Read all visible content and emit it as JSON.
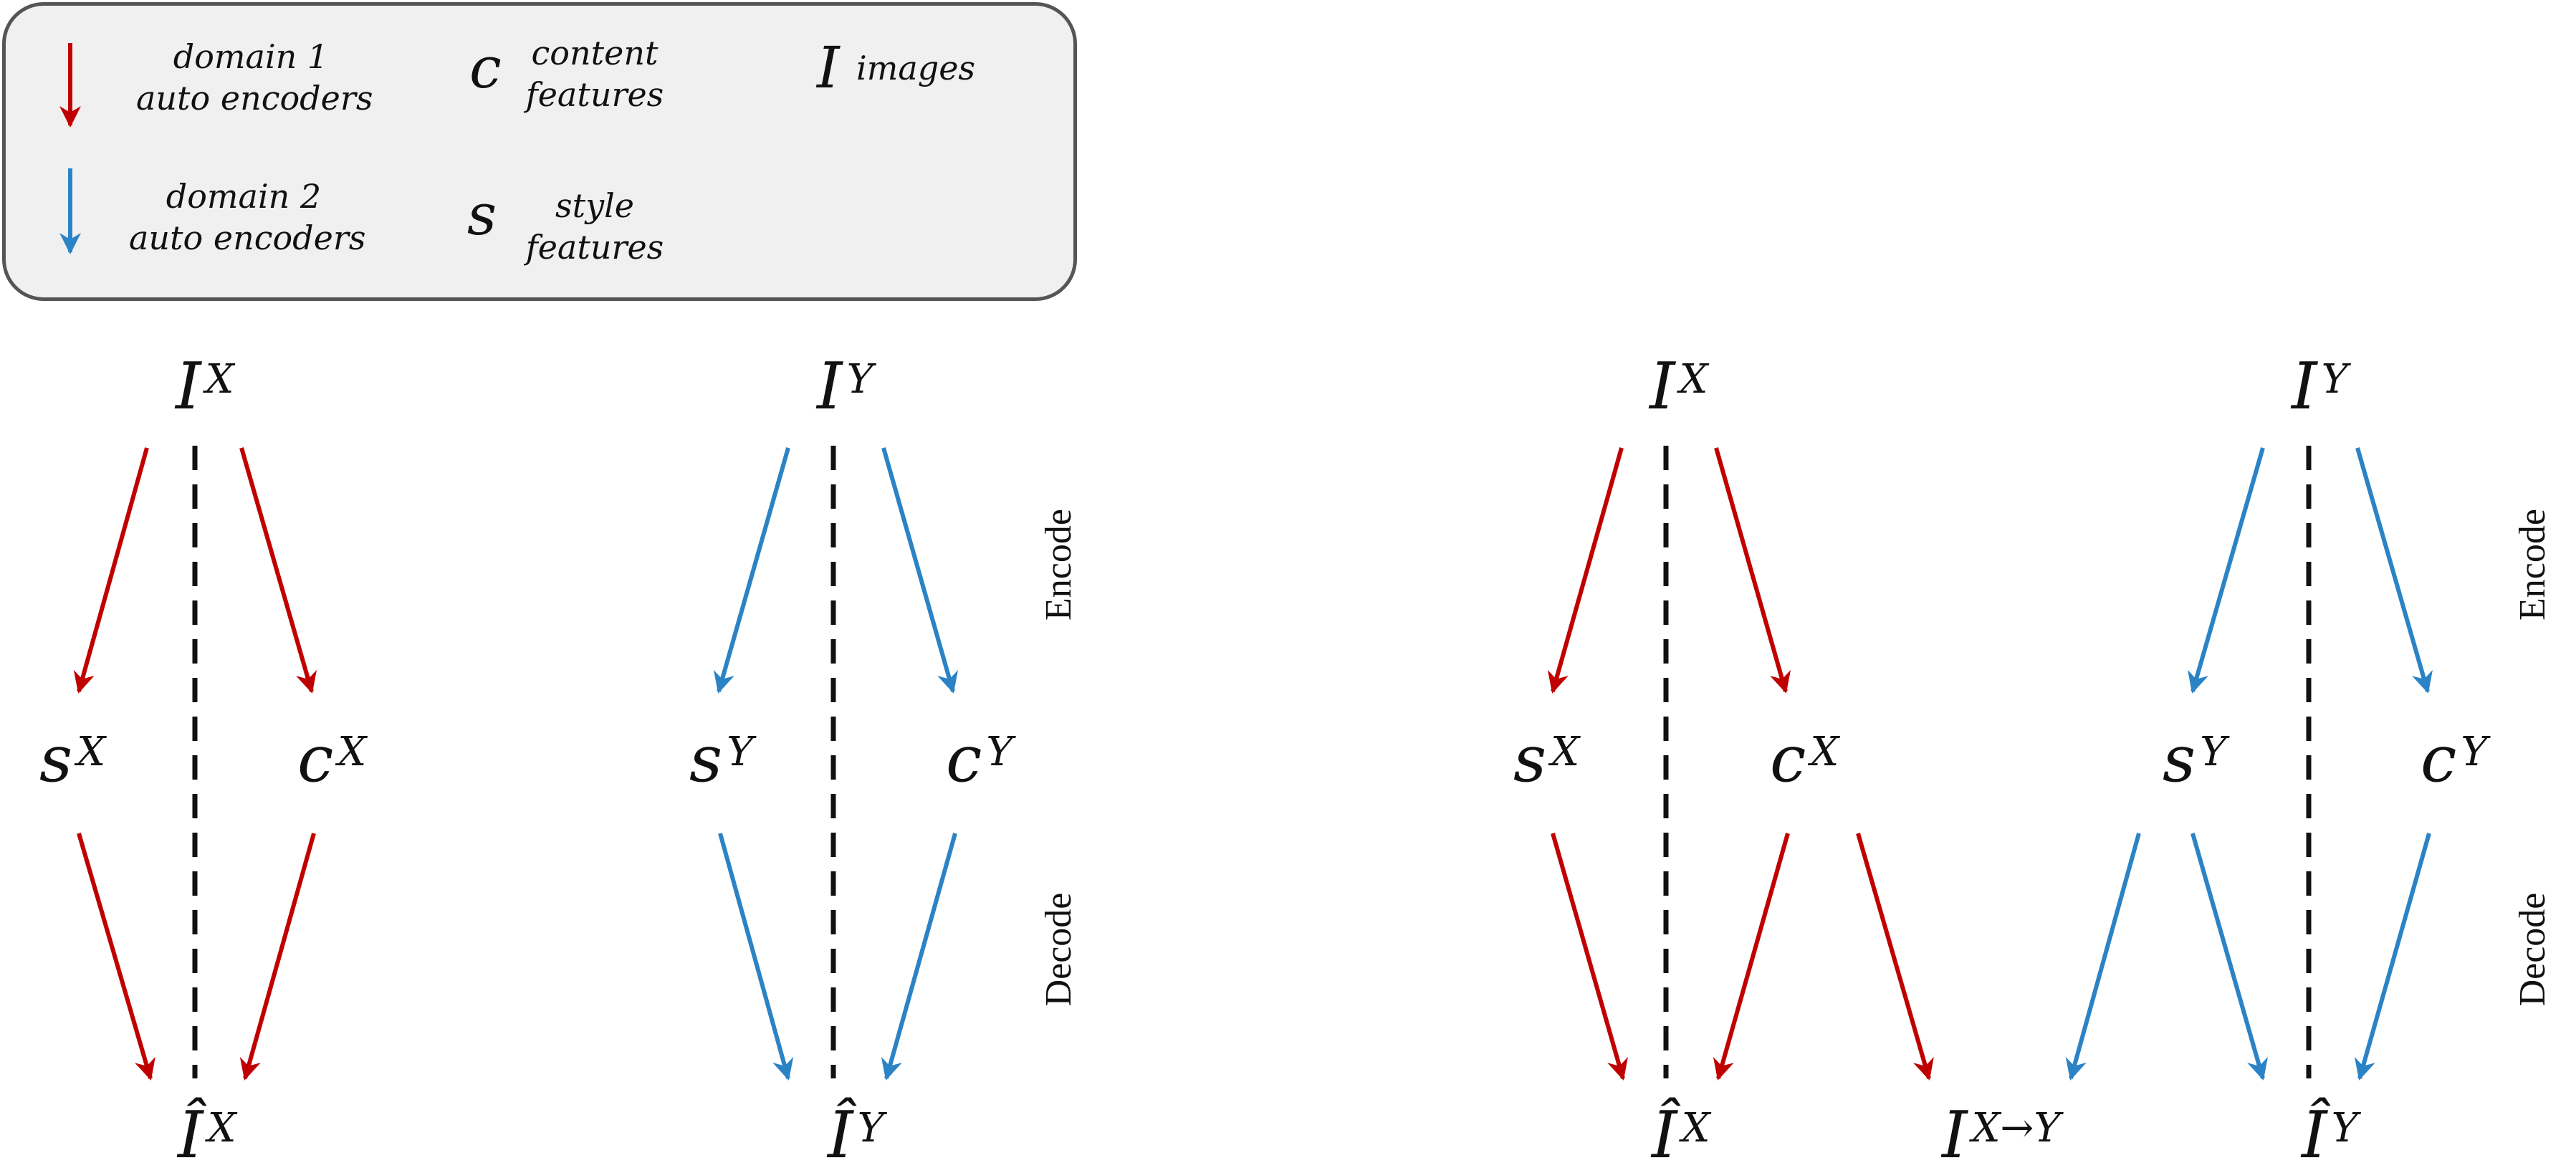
{
  "legend": {
    "domain1": {
      "line1": "domain 1",
      "line2": "auto encoders",
      "color": "#c00000"
    },
    "domain2": {
      "line1": "domain 2",
      "line2": "auto encoders",
      "color": "#2b83c6"
    },
    "content": {
      "symbol": "c",
      "line1": "content",
      "line2": "features"
    },
    "style": {
      "symbol": "s",
      "line1": "style",
      "line2": "features"
    },
    "images": {
      "symbol": "I",
      "label": "images"
    }
  },
  "phases": {
    "encode": "Encode",
    "decode": "Decode"
  },
  "panel1": {
    "ix_base": "I",
    "ix_sup": "X",
    "iy_base": "I",
    "iy_sup": "Y",
    "sx_base": "s",
    "sx_sup": "X",
    "cx_base": "c",
    "cx_sup": "X",
    "sy_base": "s",
    "sy_sup": "Y",
    "cy_base": "c",
    "cy_sup": "Y",
    "ihx_base": "Î",
    "ihx_sup": "X",
    "ihy_base": "Î",
    "ihy_sup": "Y"
  },
  "panel2": {
    "ix_base": "I",
    "ix_sup": "X",
    "iy_base": "I",
    "iy_sup": "Y",
    "sx_base": "s",
    "sx_sup": "X",
    "cx_base": "c",
    "cx_sup": "X",
    "sy_base": "s",
    "sy_sup": "Y",
    "cy_base": "c",
    "cy_sup": "Y",
    "ihx_base": "Î",
    "ihx_sup": "X",
    "ixy_base": "I",
    "ixy_sup": "X→Y",
    "ihy_base": "Î",
    "ihy_sup": "Y"
  },
  "colors": {
    "domain1": "#c00000",
    "domain2": "#2b83c6",
    "dashed": "#111111"
  }
}
